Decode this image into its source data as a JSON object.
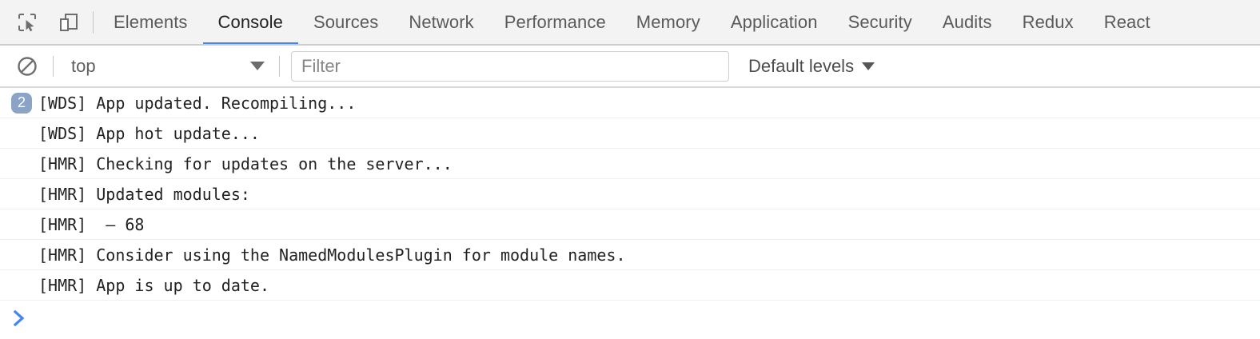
{
  "toolbar": {
    "inspect_icon": "inspect-element-icon",
    "device_icon": "device-toolbar-icon"
  },
  "tabs": [
    {
      "label": "Elements",
      "active": false
    },
    {
      "label": "Console",
      "active": true
    },
    {
      "label": "Sources",
      "active": false
    },
    {
      "label": "Network",
      "active": false
    },
    {
      "label": "Performance",
      "active": false
    },
    {
      "label": "Memory",
      "active": false
    },
    {
      "label": "Application",
      "active": false
    },
    {
      "label": "Security",
      "active": false
    },
    {
      "label": "Audits",
      "active": false
    },
    {
      "label": "Redux",
      "active": false
    },
    {
      "label": "React",
      "active": false
    }
  ],
  "filterbar": {
    "clear_icon": "clear-console-icon",
    "context": "top",
    "filter_placeholder": "Filter",
    "filter_value": "",
    "levels": "Default levels"
  },
  "console": {
    "messages": [
      {
        "badge": "2",
        "text": "[WDS] App updated. Recompiling..."
      },
      {
        "badge": "",
        "text": "[WDS] App hot update..."
      },
      {
        "badge": "",
        "text": "[HMR] Checking for updates on the server..."
      },
      {
        "badge": "",
        "text": "[HMR] Updated modules:"
      },
      {
        "badge": "",
        "text": "[HMR]  – 68"
      },
      {
        "badge": "",
        "text": "[HMR] Consider using the NamedModulesPlugin for module names."
      },
      {
        "badge": "",
        "text": "[HMR] App is up to date."
      }
    ],
    "prompt_symbol": ">",
    "prompt_value": ""
  },
  "colors": {
    "accent": "#4285f4",
    "badge": "#8ba4c6",
    "tabbar_bg": "#f3f3f3"
  }
}
